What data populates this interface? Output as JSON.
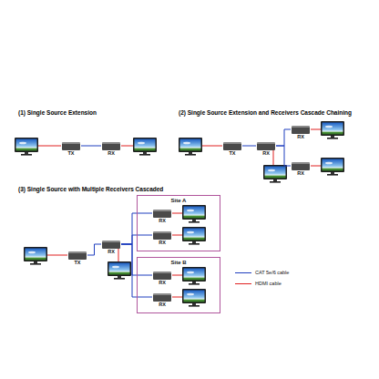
{
  "diagram": {
    "nodes": [
      {
        "text": [
          "TX"
        ]
      },
      {
        "text": [
          "RX"
        ]
      },
      {
        "text": [
          "TX"
        ]
      },
      {
        "text": [
          "RX"
        ]
      },
      {
        "text": [
          "RX"
        ]
      },
      {
        "text": [
          "RX"
        ]
      },
      {
        "text": [
          "TX"
        ]
      },
      {
        "text": [
          "RX"
        ]
      },
      {
        "text": [
          "Site A"
        ]
      },
      {
        "text": [
          "RX"
        ],
        "in": 8
      },
      {
        "text": [
          "RX"
        ],
        "in": 8
      },
      {
        "text": [
          "Site B"
        ]
      },
      {
        "text": [
          "RX"
        ],
        "in": 11
      },
      {
        "text": [
          "RX"
        ],
        "in": 11
      }
    ],
    "edges": [
      {
        "from": 0,
        "to": 1,
        "arrow": "none"
      },
      {
        "from": 2,
        "to": 3,
        "arrow": "none"
      },
      {
        "from": 3,
        "to": 4,
        "arrow": "none"
      },
      {
        "from": 3,
        "to": 5,
        "arrow": "none"
      },
      {
        "from": 6,
        "to": 7,
        "arrow": "none"
      },
      {
        "from": 7,
        "to": 9,
        "arrow": "none"
      },
      {
        "from": 7,
        "to": 10,
        "arrow": "none"
      },
      {
        "from": 7,
        "to": 12,
        "arrow": "none"
      },
      {
        "from": 7,
        "to": 13,
        "arrow": "none"
      }
    ],
    "labels": [
      "(1) Single Source Extension",
      "(2) Single Source Extension and Receivers Cascade Chaining",
      "(3) Single Source with Multiple Receivers Cascaded"
    ],
    "legend": [
      {
        "text": "CAT 5e/6 cable"
      },
      {
        "text": "HDMI cable"
      }
    ]
  }
}
